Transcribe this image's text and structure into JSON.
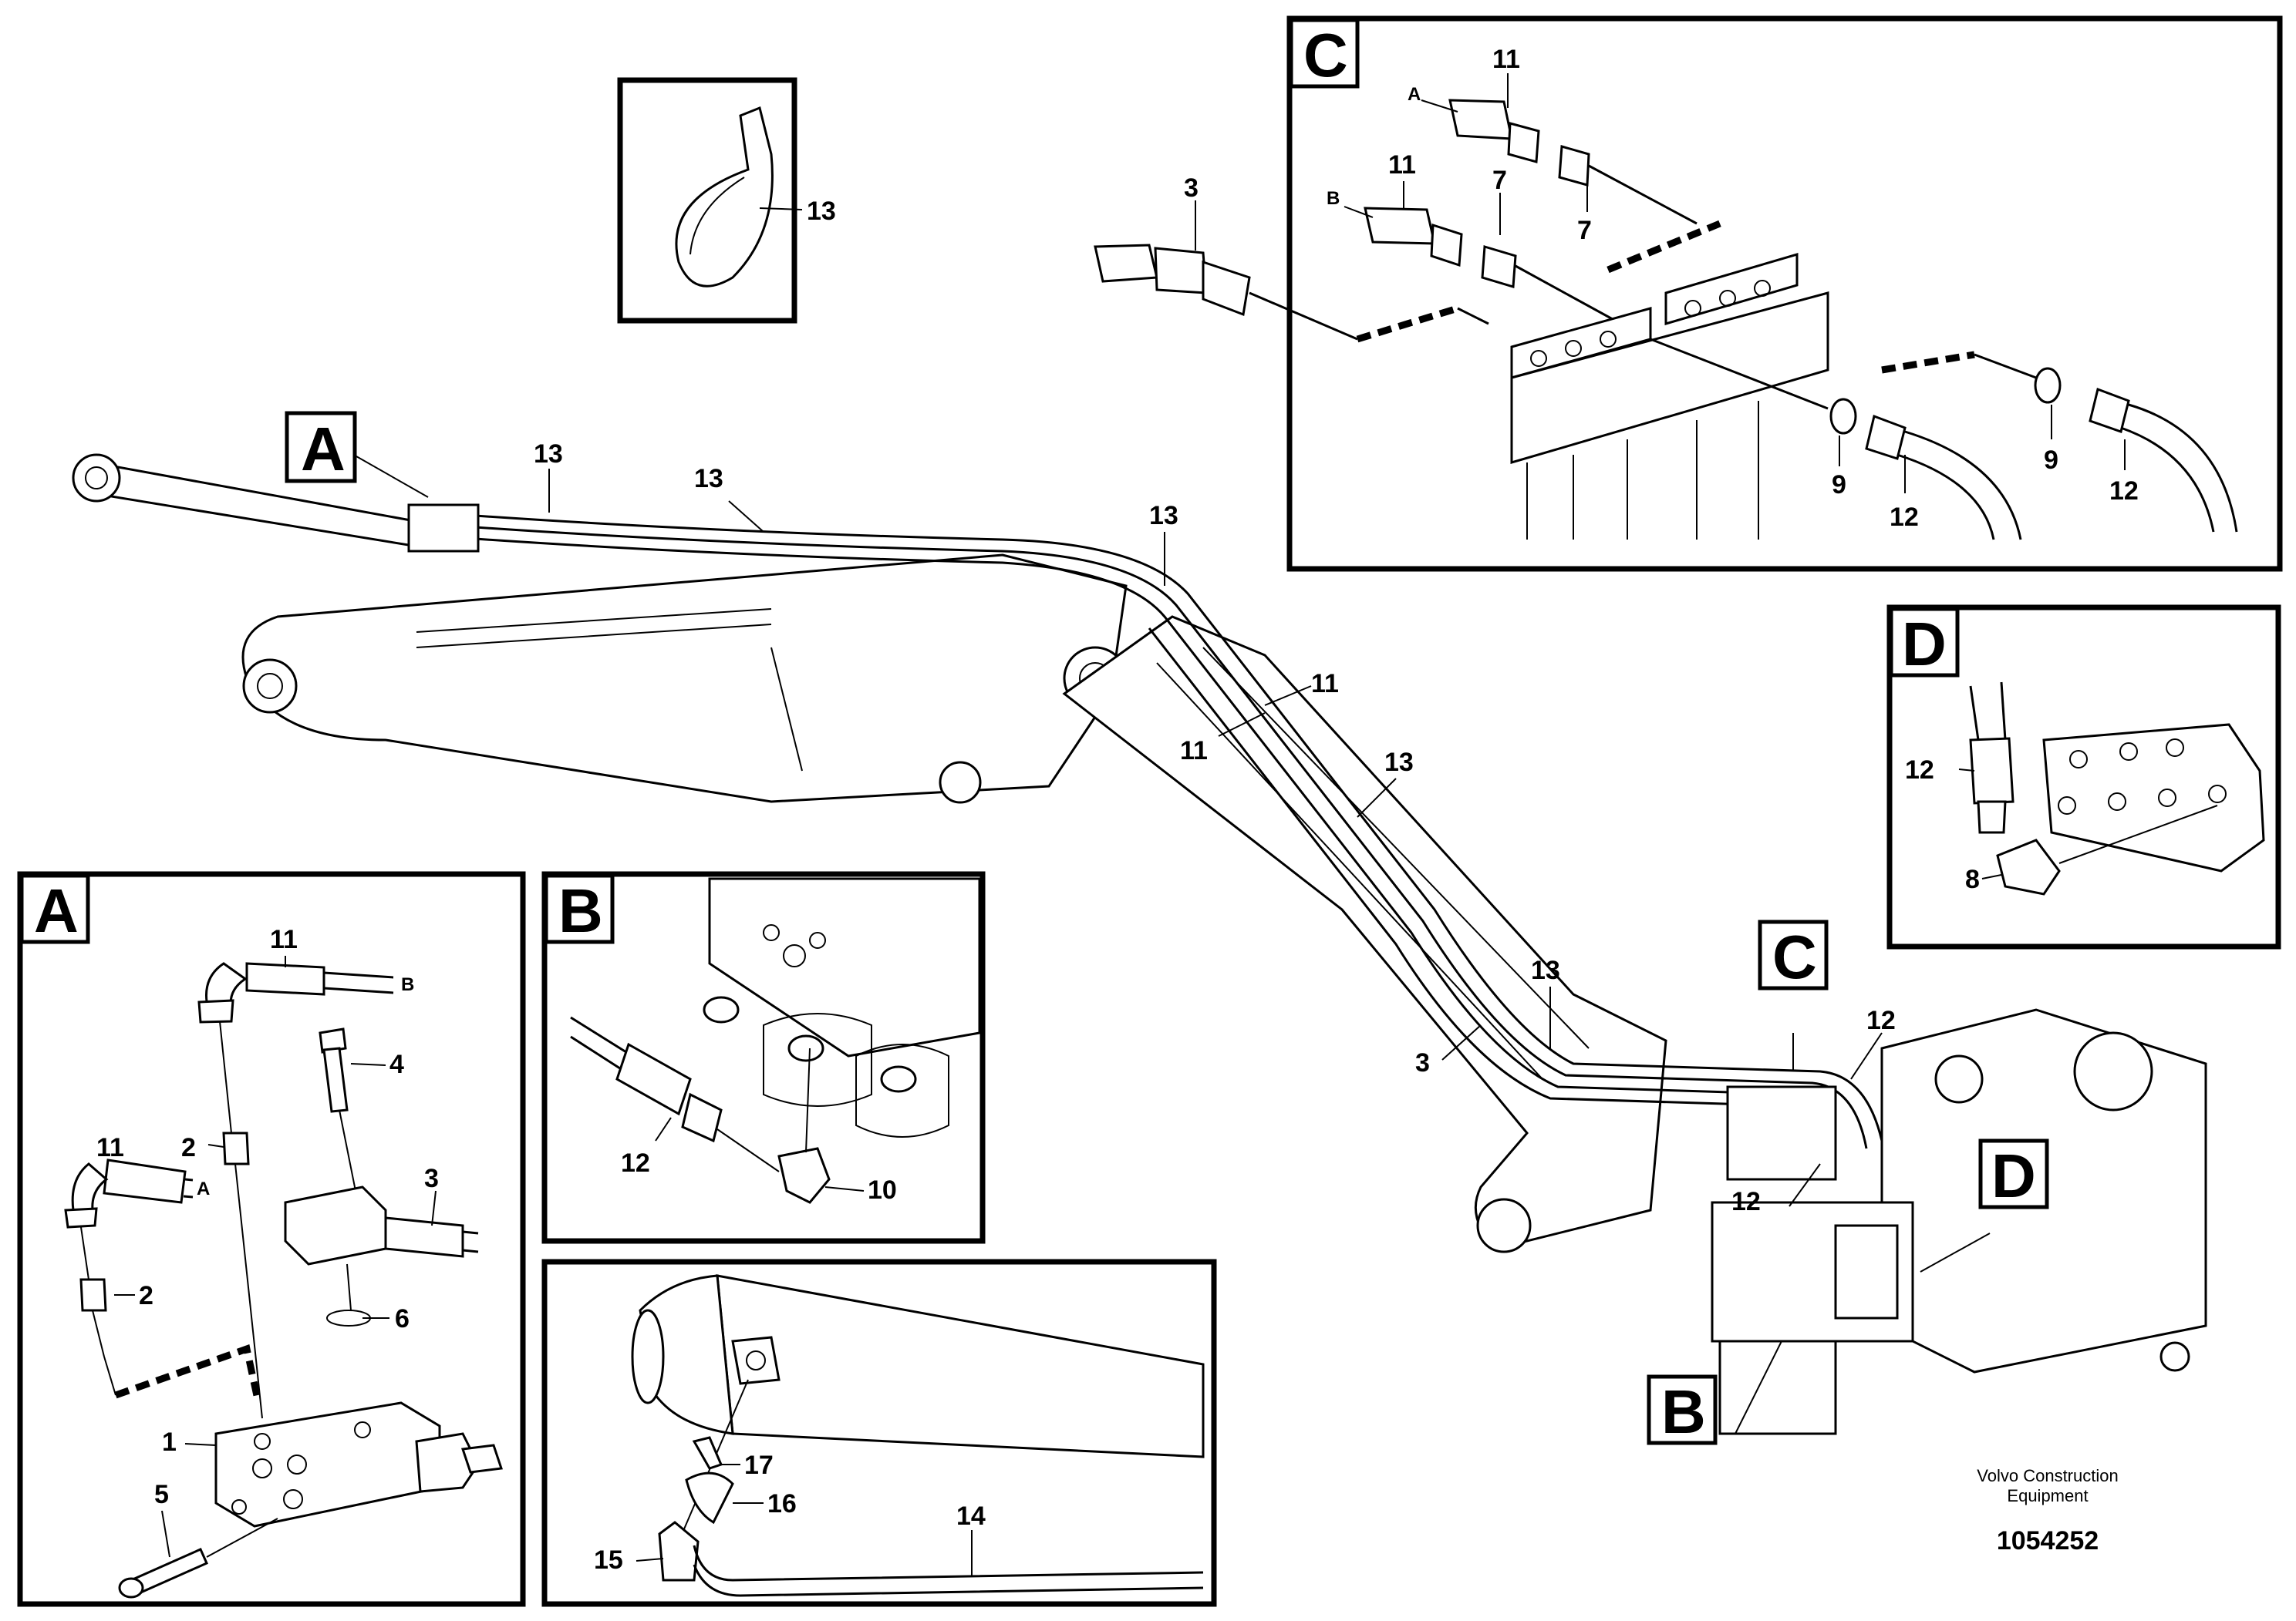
{
  "callouts": {
    "c1": "1",
    "c2": "2",
    "c3": "3",
    "c4": "4",
    "c5": "5",
    "c6": "6",
    "c7": "7",
    "c8": "8",
    "c9": "9",
    "c10": "10",
    "c11": "11",
    "c12": "12",
    "c13": "13",
    "c14": "14",
    "c15": "15",
    "c16": "16",
    "c17": "17"
  },
  "views": {
    "a": "A",
    "b": "B",
    "c": "C",
    "d": "D"
  },
  "hose_ends": {
    "a": "A",
    "b": "B"
  },
  "footer": {
    "company_line1": "Volvo Construction",
    "company_line2": "Equipment",
    "doc_number": "1054252"
  }
}
